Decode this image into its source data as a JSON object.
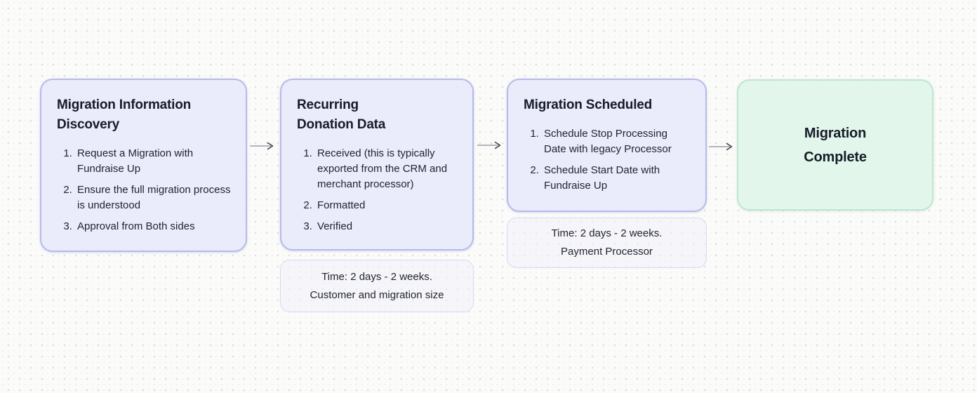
{
  "colors": {
    "page_background": "#fbfbf9",
    "dot_grid": "#e2e2e2",
    "step_fill": "#e9eafb",
    "step_border": "#b6baed",
    "note_fill": "#f0f1fc",
    "note_border": "#d6d9f4",
    "complete_fill": "#e1f5ea",
    "complete_border": "#bde7d1",
    "text": "#171c29",
    "arrow": "#9aa0a8"
  },
  "steps": [
    {
      "title_lines": [
        "Migration Information",
        "Discovery"
      ],
      "items": [
        "Request a Migration with Fundraise Up",
        "Ensure the full migration process is understood",
        "Approval from Both sides"
      ]
    },
    {
      "title_lines": [
        "Recurring",
        "Donation Data"
      ],
      "items": [
        "Received (this is typically exported from the CRM and merchant processor)",
        "Formatted",
        "Verified"
      ],
      "note_lines": [
        "Time: 2 days - 2 weeks.",
        "Customer and migration size"
      ]
    },
    {
      "title_lines": [
        "Migration Scheduled"
      ],
      "items": [
        "Schedule Stop Processing Date with legacy Processor",
        "Schedule Start Date with Fundraise Up"
      ],
      "note_lines": [
        "Time: 2 days - 2 weeks.",
        "Payment Processor"
      ]
    },
    {
      "title_lines": [
        "Migration",
        "Complete"
      ]
    }
  ]
}
